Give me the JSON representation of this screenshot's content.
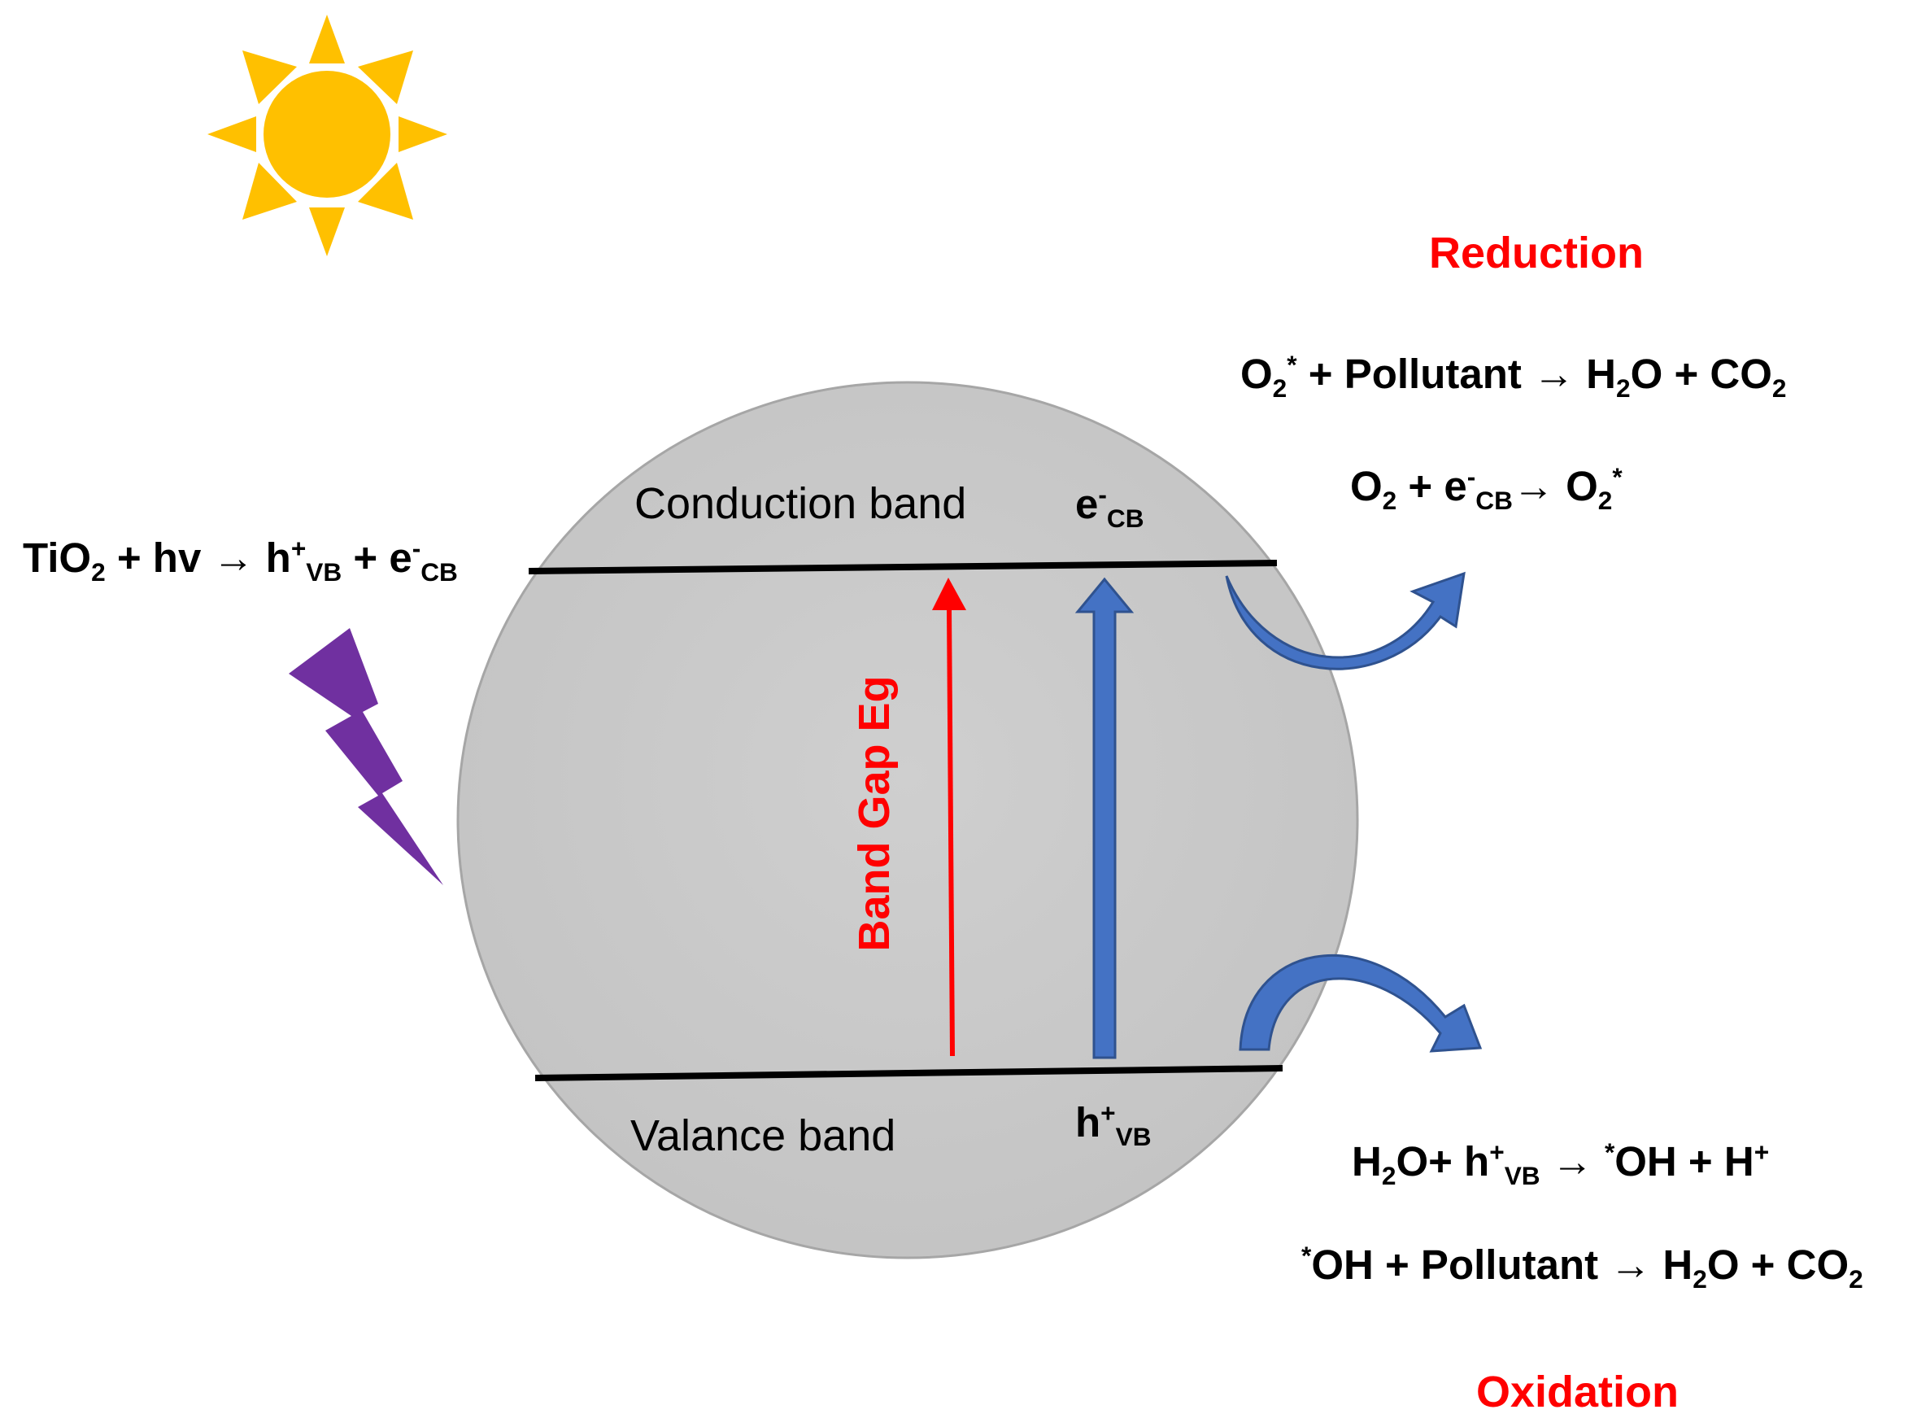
{
  "colors": {
    "sun": "#ffc000",
    "particle": "#c8c8c8",
    "band_line": "#000000",
    "gap_arrow": "#ff0000",
    "transition_arrow": "#4472c4",
    "lightning": "#7030a0",
    "highlight_text": "#ff0000"
  },
  "icons": {
    "sun": "sun-icon",
    "light": "lightning-bolt-icon"
  },
  "labels": {
    "conduction_band": "Conduction band",
    "valence_band": "Valance band",
    "band_gap": "Band Gap Eg",
    "electron": "e",
    "electron_sup": "-",
    "electron_sub": "CB",
    "hole": "h",
    "hole_sup": "+",
    "hole_sub": "VB",
    "reduction": "Reduction",
    "oxidation": "Oxidation"
  },
  "equations": {
    "excitation": {
      "a": "TiO",
      "a_sub": "2",
      "b": " + hv → h",
      "b_sup": "+",
      "b_sub": "VB",
      "c": " + e",
      "c_sup": "-",
      "c_sub": "CB"
    },
    "reduction_1": {
      "a": "O",
      "a_sub": "2",
      "a_sup": "*",
      "b": " + Pollutant → H",
      "b_sub": "2",
      "c": "O + CO",
      "c_sub": "2"
    },
    "reduction_2": {
      "a": "O",
      "a_sub": "2",
      "b": " + e",
      "b_sup": "-",
      "b_sub": "CB",
      "c": "→ O",
      "c_sub": "2",
      "c_sup": "*"
    },
    "oxidation_1": {
      "a": "H",
      "a_sub": "2",
      "b": "O+ h",
      "b_sup": "+",
      "b_sub": "VB",
      "c": " → ",
      "c_sup": "*",
      "d": "OH + H",
      "d_sup": "+"
    },
    "oxidation_2": {
      "a_sup": "*",
      "a": "OH + Pollutant → H",
      "a_sub": "2",
      "b": "O + CO",
      "b_sub": "2"
    }
  }
}
